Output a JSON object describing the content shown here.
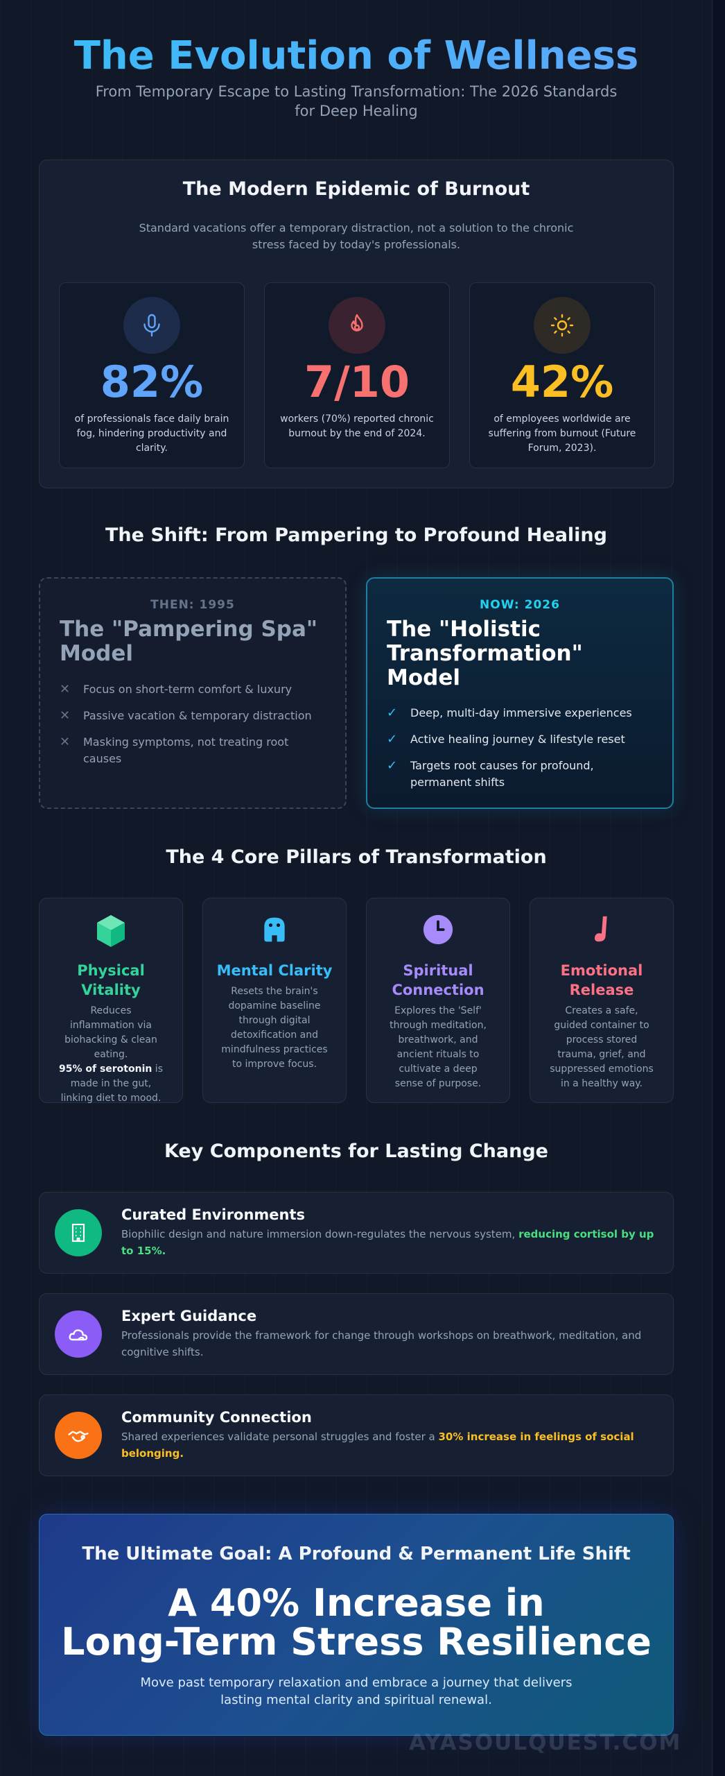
{
  "header": {
    "title": "The Evolution of Wellness",
    "subtitle": "From Temporary Escape to Lasting Transformation: The 2026 Standards for Deep Healing"
  },
  "burnout": {
    "title": "The Modern Epidemic of Burnout",
    "intro": "Standard vacations offer a temporary distraction, not a solution to the chronic stress faced by today's professionals.",
    "stats": [
      {
        "icon": "microphone-icon",
        "value": "82%",
        "color": "#60a5fa",
        "text": "of professionals face daily brain fog, hindering productivity and clarity."
      },
      {
        "icon": "flame-icon",
        "value": "7/10",
        "color": "#f87171",
        "text": "workers (70%) reported chronic burnout by the end of 2024."
      },
      {
        "icon": "sun-icon",
        "value": "42%",
        "color": "#fbbf24",
        "text": "of employees worldwide are suffering from burnout (Future Forum, 2023)."
      }
    ]
  },
  "shift": {
    "title": "The Shift: From Pampering to Profound Healing",
    "then": {
      "era": "THEN: 1995",
      "model": "The \"Pampering Spa\" Model",
      "points": [
        "Focus on short-term comfort & luxury",
        "Passive vacation & temporary distraction",
        "Masking symptoms, not treating root causes"
      ]
    },
    "now": {
      "era": "NOW: 2026",
      "model": "The \"Holistic Transformation\" Model",
      "points": [
        "Deep, multi-day immersive experiences",
        "Active healing journey & lifestyle reset",
        "Targets root causes for profound, permanent shifts"
      ]
    }
  },
  "pillars": {
    "title": "The 4 Core Pillars of Transformation",
    "items": [
      {
        "icon": "cube-icon",
        "color": "#34d399",
        "name": "Physical Vitality",
        "text": "Reduces inflammation via biohacking & clean eating.",
        "bold": "95% of serotonin",
        "text2": " is made in the gut, linking diet to mood."
      },
      {
        "icon": "brain-icon",
        "color": "#38bdf8",
        "name": "Mental Clarity",
        "text": "Resets the brain's dopamine baseline through digital detoxification and mindfulness practices to improve focus."
      },
      {
        "icon": "clock-icon",
        "color": "#a78bfa",
        "name": "Spiritual Connection",
        "text": "Explores the 'Self' through meditation, breathwork, and ancient rituals to cultivate a deep sense of purpose."
      },
      {
        "icon": "music-note-icon",
        "color": "#fb7185",
        "name": "Emotional Release",
        "text": "Creates a safe, guided container to process stored trauma, grief, and suppressed emotions in a healthy way."
      }
    ]
  },
  "components": {
    "title": "Key Components for Lasting Change",
    "items": [
      {
        "icon": "building-icon",
        "color": "#10b981",
        "title": "Curated Environments",
        "text": "Biophilic design and nature immersion down-regulates the nervous system, ",
        "highlight": "reducing cortisol by up to 15%.",
        "highlight_color": "#4ade80"
      },
      {
        "icon": "cloud-icon",
        "color": "#8b5cf6",
        "title": "Expert Guidance",
        "text": "Professionals provide the framework for change through workshops on breathwork, meditation, and cognitive shifts.",
        "highlight": "",
        "highlight_color": "#4ade80"
      },
      {
        "icon": "handshake-icon",
        "color": "#f97316",
        "title": "Community Connection",
        "text": "Shared experiences validate personal struggles and foster a ",
        "highlight": "30% increase in feelings of social belonging.",
        "highlight_color": "#fbbf24"
      }
    ]
  },
  "goal": {
    "subtitle": "The Ultimate Goal: A Profound & Permanent Life Shift",
    "headline_1": "A 40% Increase in",
    "headline_2": "Long-Term Stress Resilience",
    "text": "Move past temporary relaxation and embrace a journey that delivers lasting mental clarity and spiritual renewal."
  },
  "watermark": "AYASOULQUEST.COM"
}
